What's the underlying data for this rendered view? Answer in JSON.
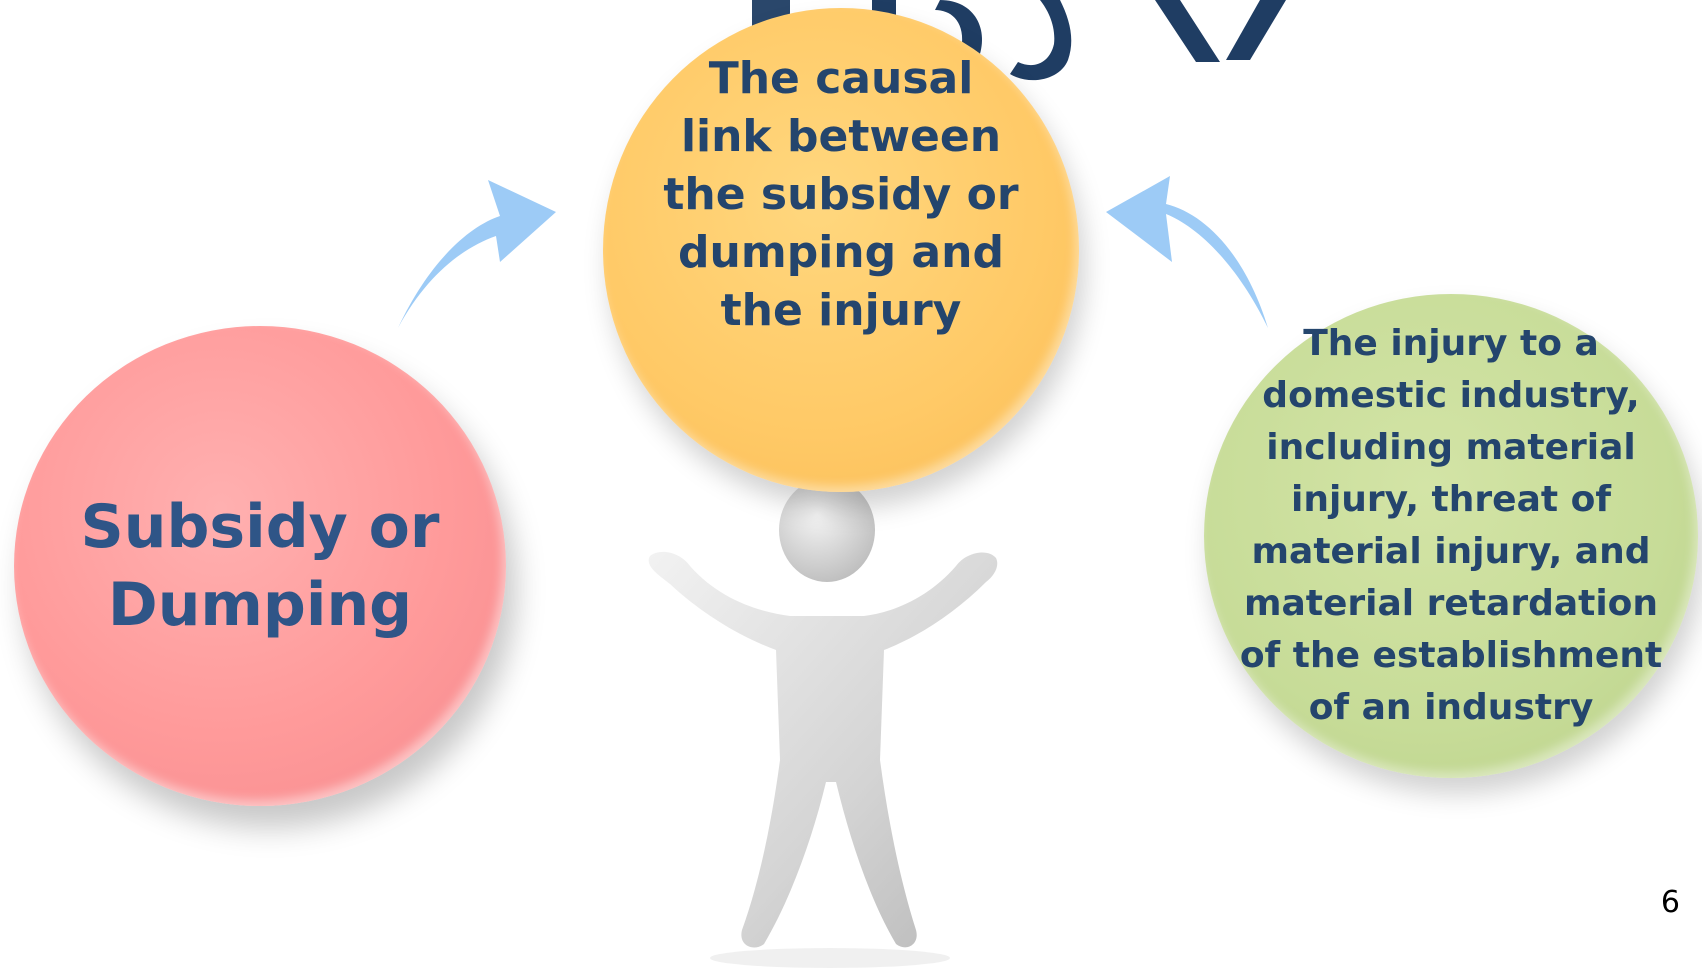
{
  "slide": {
    "page_number": "6"
  },
  "nodes": {
    "left": {
      "label": "Subsidy or Dumping"
    },
    "center": {
      "label": "The causal link between the subsidy or dumping and the injury"
    },
    "right": {
      "label": "The injury to a domestic industry, including material injury, threat of material injury, and material retardation of the establishment of an industry"
    }
  },
  "colors": {
    "left_circle": "#ff9a9a",
    "center_circle": "#ffc966",
    "right_circle": "#c7dc98",
    "arrow": "#9dcbf6",
    "text": "#24456d"
  },
  "icons": {
    "figure": "person-figure-icon",
    "arrows": "curved-arrow-icon"
  }
}
